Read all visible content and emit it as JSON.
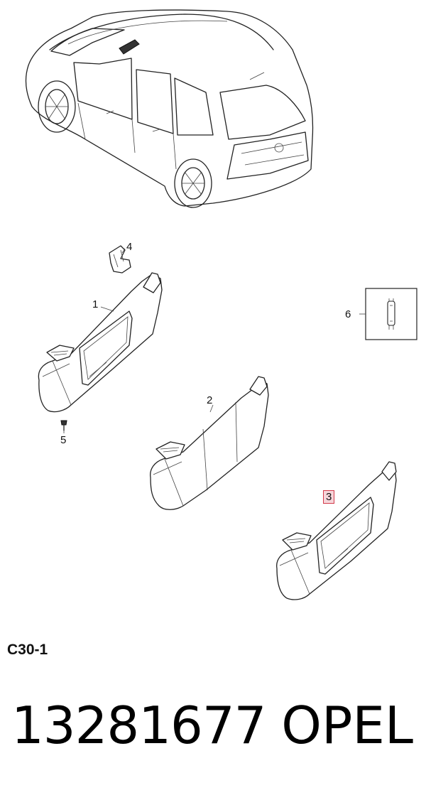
{
  "callouts": {
    "c1": "1",
    "c2": "2",
    "c3": "3",
    "c4": "4",
    "c5": "5",
    "c6": "6"
  },
  "highlighted_callout": "3",
  "highlight_color": "#f6d5da",
  "section_code": "C30-1",
  "part_number": "13281677",
  "brand": "OPEL"
}
